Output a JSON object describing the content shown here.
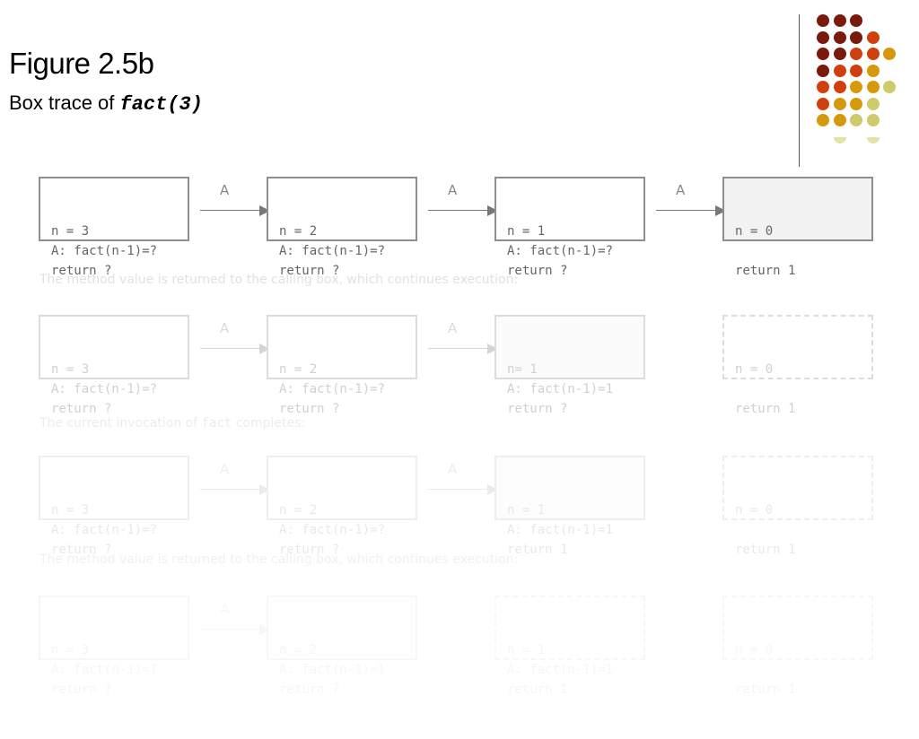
{
  "slide": {
    "title": "Figure 2.5b",
    "subtitle_prefix": "Box trace of ",
    "subtitle_code": "fact(3)"
  },
  "decoration": {
    "dot_colors": {
      "maroon": "#7a1a0c",
      "red_orange": "#d0400e",
      "gold": "#d49a0c",
      "khaki": "#cfca6c",
      "pale": "#e4e2a4"
    }
  },
  "stages": [
    {
      "opacity": 1.0,
      "caption": "",
      "arrow_label": "A",
      "boxes": [
        {
          "lines": [
            "n = 3",
            "A: fact(n-1)=?",
            "return ?"
          ],
          "style": "solid"
        },
        {
          "lines": [
            "n = 2",
            "A: fact(n-1)=?",
            "return ?"
          ],
          "style": "solid"
        },
        {
          "lines": [
            "n = 1",
            "A: fact(n-1)=?",
            "return ?"
          ],
          "style": "solid"
        },
        {
          "lines": [
            "n = 0",
            "",
            "return 1"
          ],
          "style": "shaded"
        }
      ]
    },
    {
      "opacity": 0.3,
      "caption": "The method value is returned to the calling box, which continues execution:",
      "arrow_label": "A",
      "boxes": [
        {
          "lines": [
            "n = 3",
            "A: fact(n-1)=?",
            "return ?"
          ],
          "style": "solid"
        },
        {
          "lines": [
            "n = 2",
            "A: fact(n-1)=?",
            "return ?"
          ],
          "style": "solid"
        },
        {
          "lines": [
            "n= 1",
            "A: fact(n-1)=1",
            "return ?"
          ],
          "style": "shaded"
        },
        {
          "lines": [
            "n = 0",
            "",
            "return 1"
          ],
          "style": "dashed"
        }
      ]
    },
    {
      "opacity": 0.14,
      "caption_prefix": "The current invocation of ",
      "caption_code": "fact",
      "caption_suffix": " completes:",
      "arrow_label": "A",
      "boxes": [
        {
          "lines": [
            "n = 3",
            "A: fact(n-1)=?",
            "return ?"
          ],
          "style": "solid"
        },
        {
          "lines": [
            "n = 2",
            "A: fact(n-1)=?",
            "return ?"
          ],
          "style": "solid"
        },
        {
          "lines": [
            "n = 1",
            "A: fact(n-1)=1",
            "return 1"
          ],
          "style": "shaded"
        },
        {
          "lines": [
            "n = 0",
            "",
            "return 1"
          ],
          "style": "dashed"
        }
      ]
    },
    {
      "opacity": 0.06,
      "caption": "The method value is returned to the calling box, which continues execution:",
      "arrow_label": "A",
      "boxes": [
        {
          "lines": [
            "n = 3",
            "A: fact(n-1)=?",
            "return ?"
          ],
          "style": "solid"
        },
        {
          "lines": [
            "n = 2",
            "A: fact(n-1)=1",
            "return ?"
          ],
          "style": "shaded"
        },
        {
          "lines": [
            "n = 1",
            "A: fact(n-1)=1",
            "return 1"
          ],
          "style": "dashed"
        },
        {
          "lines": [
            "n = 0",
            "",
            "return 1"
          ],
          "style": "dashed"
        }
      ]
    }
  ]
}
